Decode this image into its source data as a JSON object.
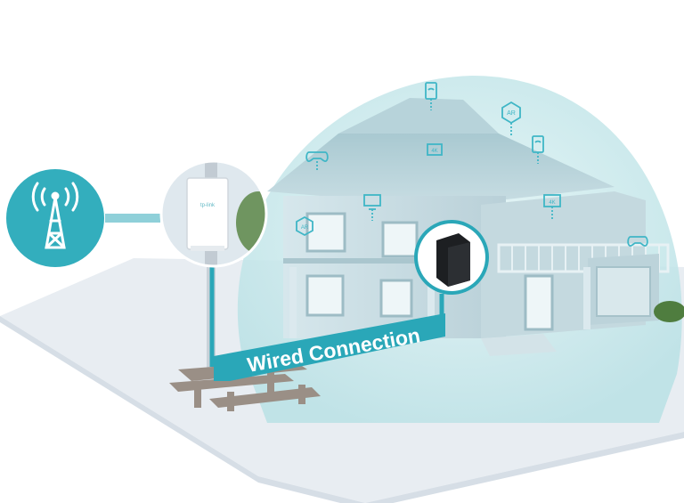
{
  "diagram": {
    "wired_label": "Wired Connection",
    "device_brand": "tp-link",
    "icons": [
      {
        "name": "wifi-tablet-icon",
        "text": ""
      },
      {
        "name": "ar-headset-icon",
        "text": "AR"
      },
      {
        "name": "gamepad-icon",
        "text": ""
      },
      {
        "name": "4k-tv-icon",
        "text": "4K"
      },
      {
        "name": "wifi-tablet-icon",
        "text": ""
      },
      {
        "name": "monitor-icon",
        "text": ""
      },
      {
        "name": "4k-tv-icon",
        "text": "4K"
      },
      {
        "name": "ar-headset-icon",
        "text": "AR"
      },
      {
        "name": "gamepad-icon",
        "text": ""
      }
    ]
  },
  "colors": {
    "accent": "#2aa7b8",
    "coverage": "#cdecef",
    "ground": "#e9eef3",
    "house": "#c9dde3"
  }
}
